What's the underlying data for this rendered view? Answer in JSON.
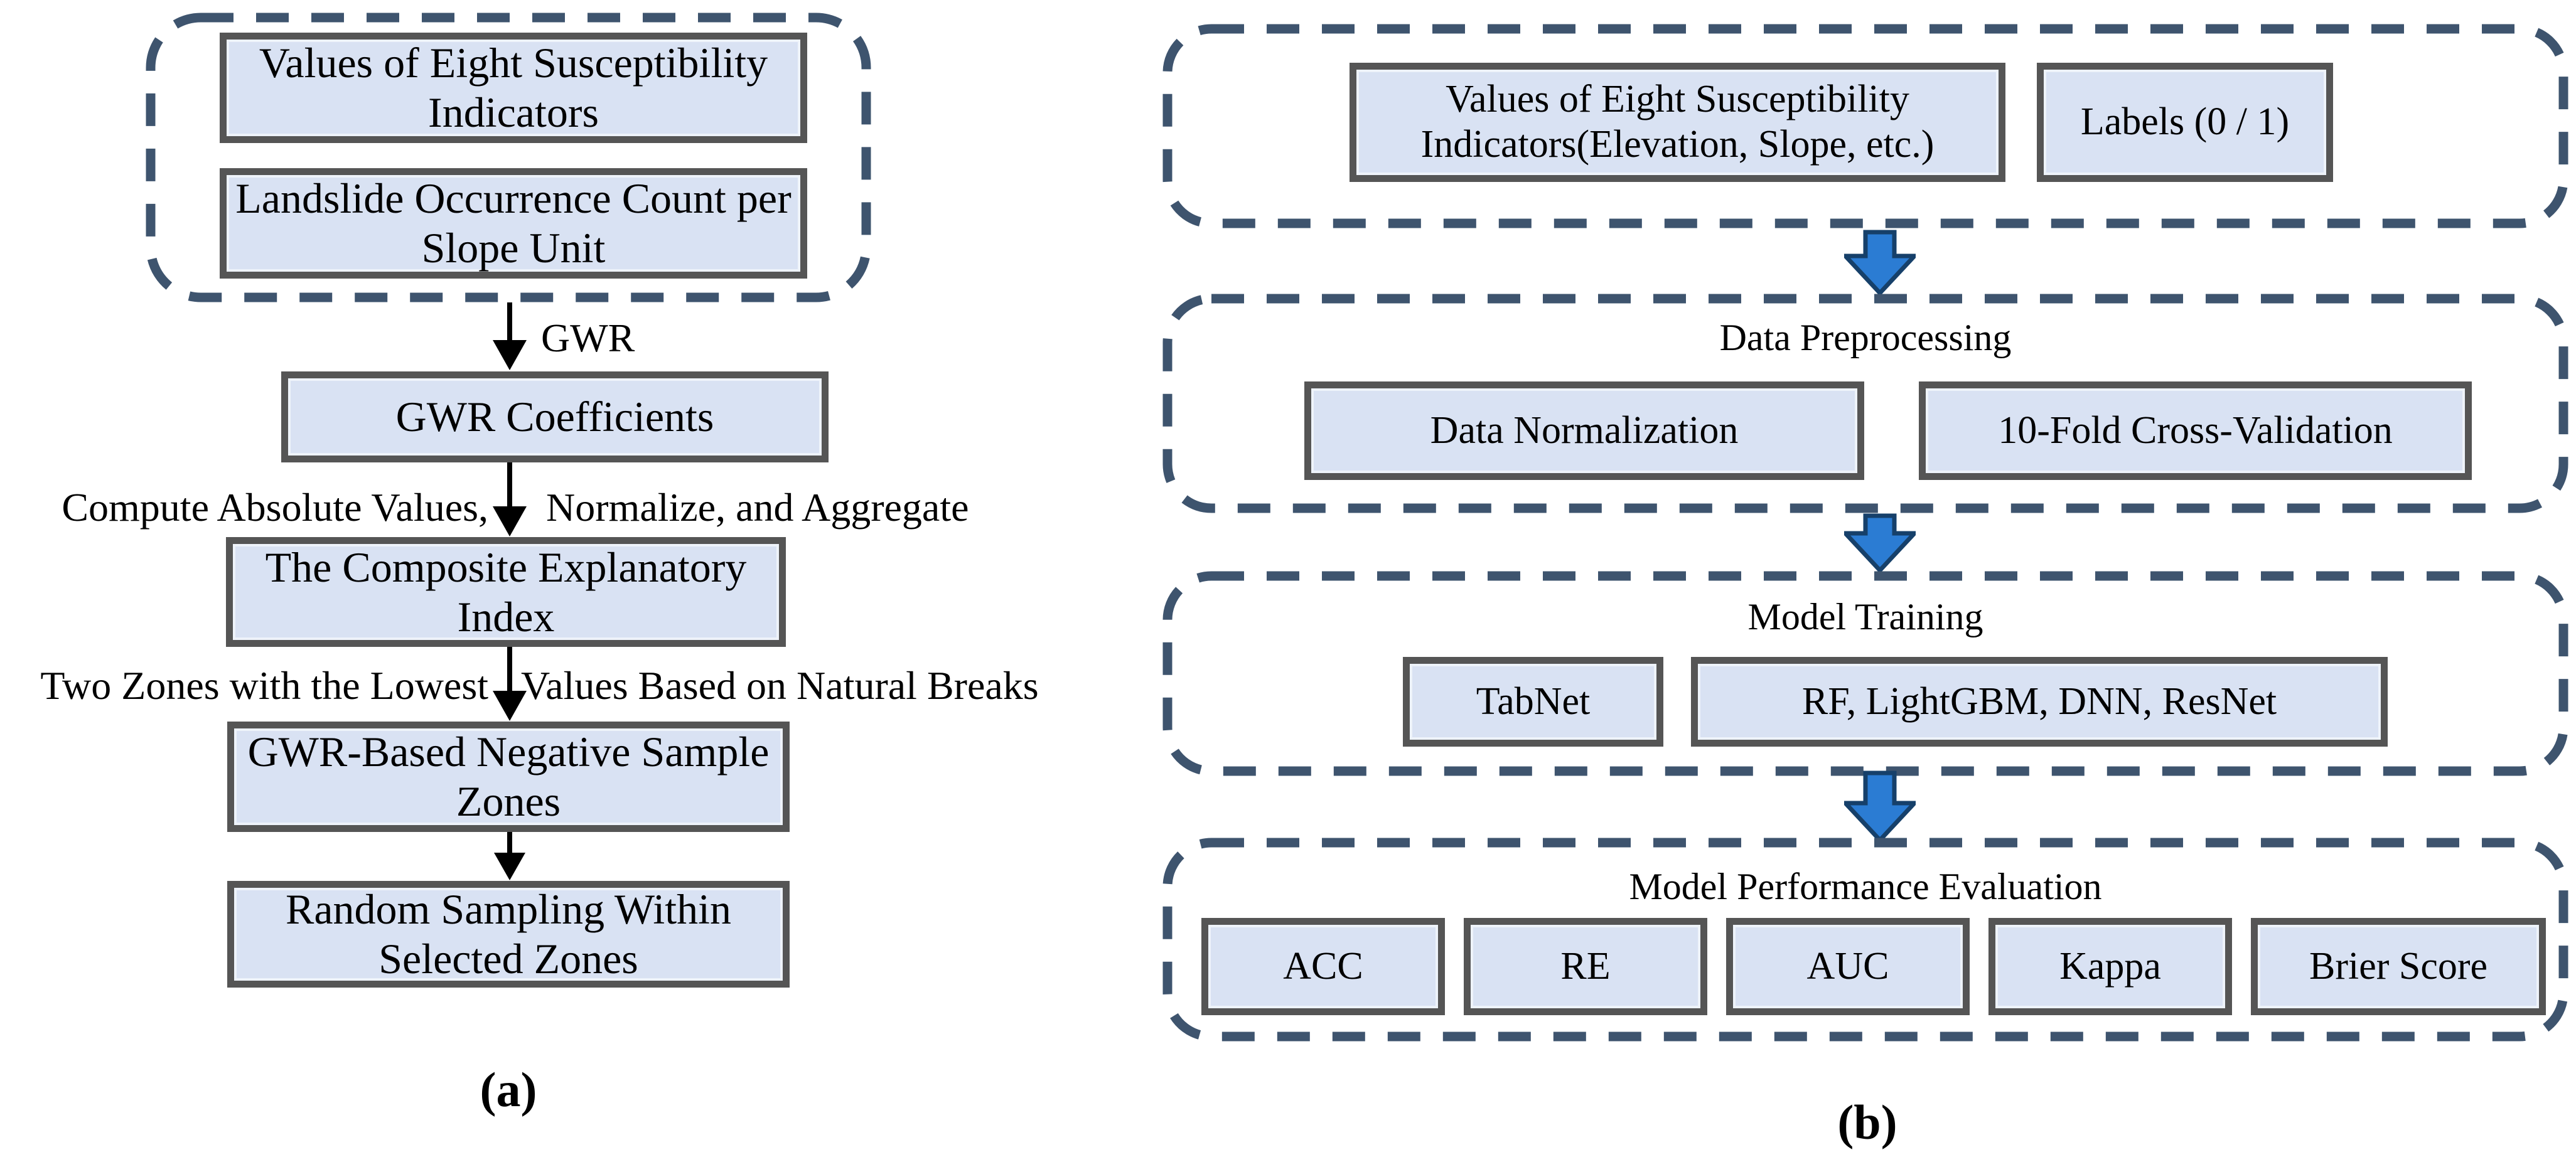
{
  "panel_a": {
    "caption": "(a)",
    "indicators_box": "Values of Eight Susceptibility Indicators",
    "occurrence_box": "Landslide Occurrence Count per Slope Unit",
    "gwr_label": "GWR",
    "coefficients_box": "GWR Coefficients",
    "aggregate_note_left": "Compute Absolute Values,",
    "aggregate_note_right": "Normalize, and Aggregate",
    "composite_box": "The Composite Explanatory Index",
    "zones_note_left": "Two Zones with the Lowest",
    "zones_note_right": "Values Based on Natural Breaks",
    "negative_box": "GWR-Based Negative Sample Zones",
    "sampling_box": "Random Sampling Within Selected Zones"
  },
  "panel_b": {
    "caption": "(b)",
    "indicators_box": "Values of Eight Susceptibility Indicators(Elevation, Slope, etc.)",
    "labels_box": "Labels (0 / 1)",
    "preprocessing": {
      "title": "Data Preprocessing",
      "normalization_box": "Data Normalization",
      "cross_validation_box": "10-Fold Cross-Validation"
    },
    "training": {
      "title": "Model Training",
      "tabnet_box": "TabNet",
      "models_box": "RF, LightGBM, DNN, ResNet"
    },
    "evaluation": {
      "title": "Model Performance Evaluation",
      "metrics": [
        "ACC",
        "RE",
        "AUC",
        "Kappa",
        "Brier Score"
      ]
    }
  },
  "colors": {
    "box_fill": "#d9e2f3",
    "box_border": "#555555",
    "dashed_border": "#3e546e",
    "black_arrow": "#000000",
    "block_arrow_fill": "#2b7cd3",
    "block_arrow_stroke": "#16406a"
  }
}
